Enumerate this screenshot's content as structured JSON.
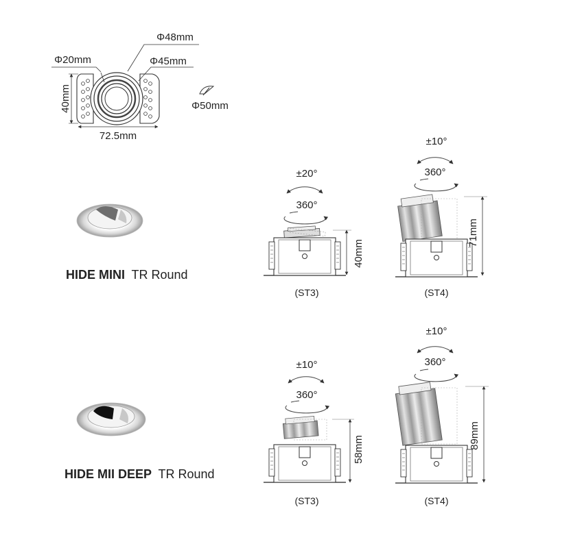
{
  "top_view": {
    "dia_48": "Φ48mm",
    "dia_45": "Φ45mm",
    "dia_20": "Φ20mm",
    "height_40": "40mm",
    "width_725": "72.5mm",
    "cutout": "Φ50mm"
  },
  "products": [
    {
      "name_bold": "HIDE MINI",
      "name_regular": "TR Round",
      "variants": [
        {
          "code": "(ST3)",
          "tilt": "±20°",
          "rotate": "360°",
          "height": "40mm"
        },
        {
          "code": "(ST4)",
          "tilt": "±10°",
          "rotate": "360°",
          "height": "71mm"
        }
      ]
    },
    {
      "name_bold": "HIDE MII DEEP",
      "name_regular": "TR Round",
      "variants": [
        {
          "code": "(ST3)",
          "tilt": "±10°",
          "rotate": "360°",
          "height": "58mm"
        },
        {
          "code": "(ST4)",
          "tilt": "±10°",
          "rotate": "360°",
          "height": "89mm"
        }
      ]
    }
  ]
}
